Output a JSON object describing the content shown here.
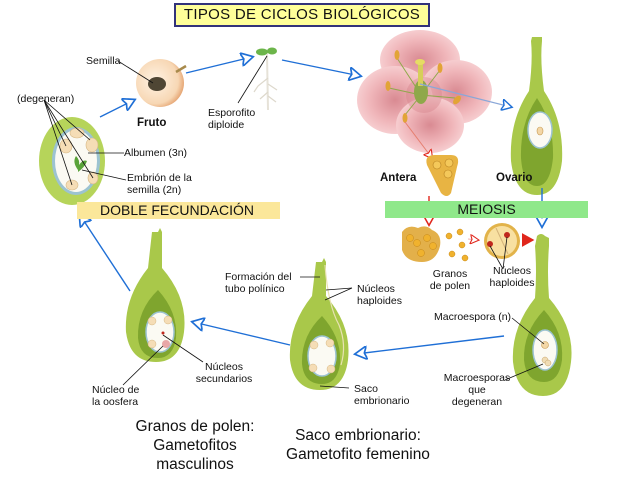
{
  "title": "TIPOS DE CICLOS BIOLÓGICOS",
  "bands": {
    "doble_fecundacion": "DOBLE FECUNDACIÓN",
    "meiosis": "MEIOSIS"
  },
  "labels": {
    "semilla": "Semilla",
    "degeneran": "(degeneran)",
    "fruto": "Fruto",
    "albumen": "Albumen (3n)",
    "embrion_1": "Embrión de la",
    "embrion_2": "semilla (2n)",
    "esporofito_1": "Esporofito",
    "esporofito_2": "diploide",
    "antera": "Antera",
    "ovario": "Ovario",
    "granos_1": "Granos",
    "granos_2": "de polen",
    "nucleos_hap_1": "Núcleos",
    "nucleos_hap_2": "haploides",
    "formacion_1": "Formación del",
    "formacion_2": "tubo polínico",
    "nucleos_hap2_1": "Núcleos",
    "nucleos_hap2_2": "haploides",
    "macroespora": "Macroespora (n)",
    "macroesporas_1": "Macroesporas",
    "macroesporas_2": "que",
    "macroesporas_3": "degeneran",
    "saco_1": "Saco",
    "saco_2": "embrionario",
    "nucleos_sec_1": "Núcleos",
    "nucleos_sec_2": "secundarios",
    "nucleo_oosfera_1": "Núcleo de",
    "nucleo_oosfera_2": "la oosfera"
  },
  "captions": {
    "granos": [
      "Granos de polen:",
      "Gametofitos",
      "masculinos"
    ],
    "saco": [
      "Saco embrionario:",
      "Gametofito femenino"
    ]
  },
  "colors": {
    "title_bg": "#ffff99",
    "title_border": "#33337a",
    "doble_band": "#fbe79a",
    "meiosis_band": "#8fe88a",
    "arrow_blue": "#1f6fd6",
    "arrow_red": "#e0261c",
    "ovule_green": "#a9c84a",
    "ovule_dark": "#7fa52e"
  }
}
